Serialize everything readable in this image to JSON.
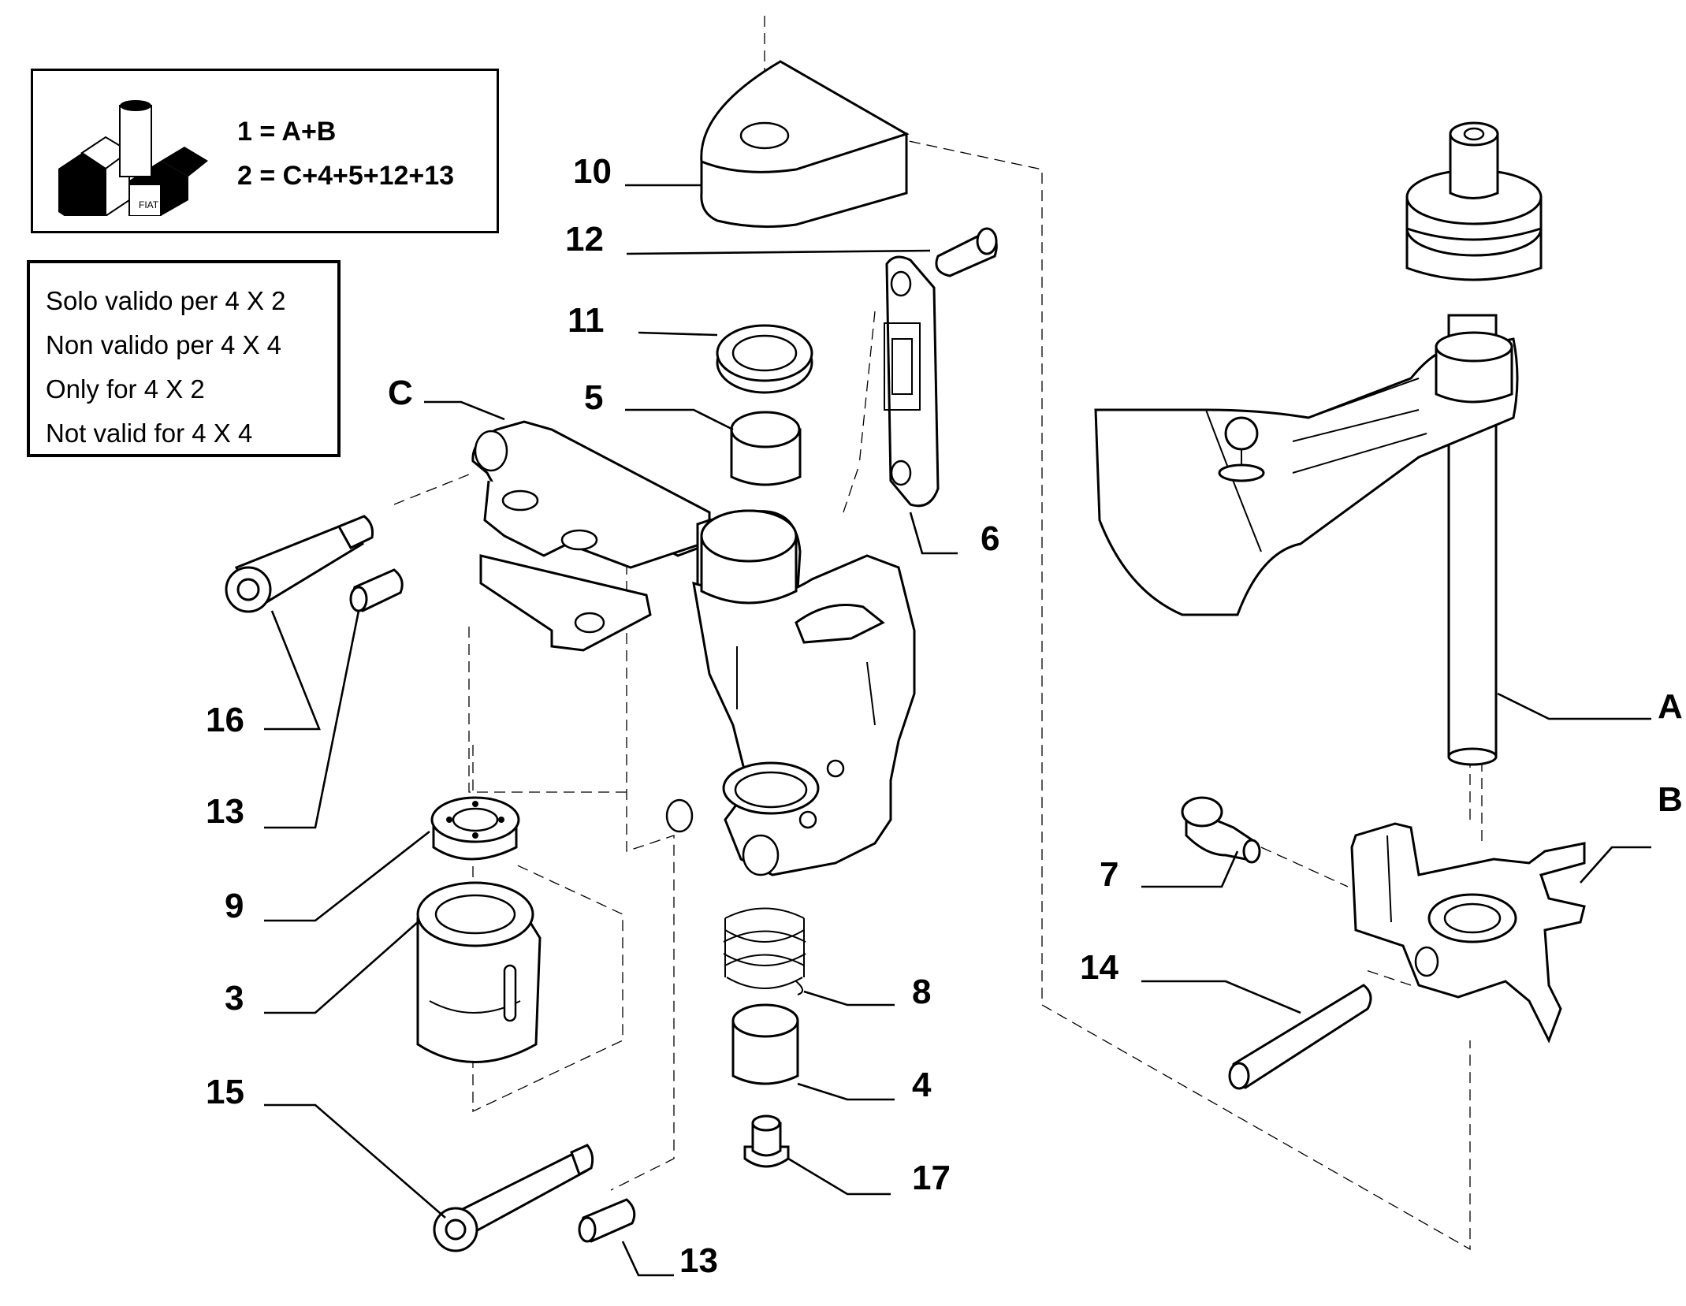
{
  "kit_box": {
    "formulas": [
      "1 = A+B",
      "2 = C+4+5+12+13"
    ],
    "icon": "fiat-parts-kit-icon",
    "icon_text": "FIAT"
  },
  "notes": [
    "Solo valido per 4 X 2",
    "Non valido per 4 X 4",
    "Only for 4 X 2",
    "Not valid for 4 X 4"
  ],
  "callouts": {
    "c10": "10",
    "c12": "12",
    "c11": "11",
    "c5": "5",
    "cC": "C",
    "c6": "6",
    "c16": "16",
    "c13a": "13",
    "c9": "9",
    "c3": "3",
    "c15": "15",
    "c13b": "13",
    "c8": "8",
    "c4": "4",
    "c17": "17",
    "cA": "A",
    "cB": "B",
    "c7": "7",
    "c14": "14"
  }
}
